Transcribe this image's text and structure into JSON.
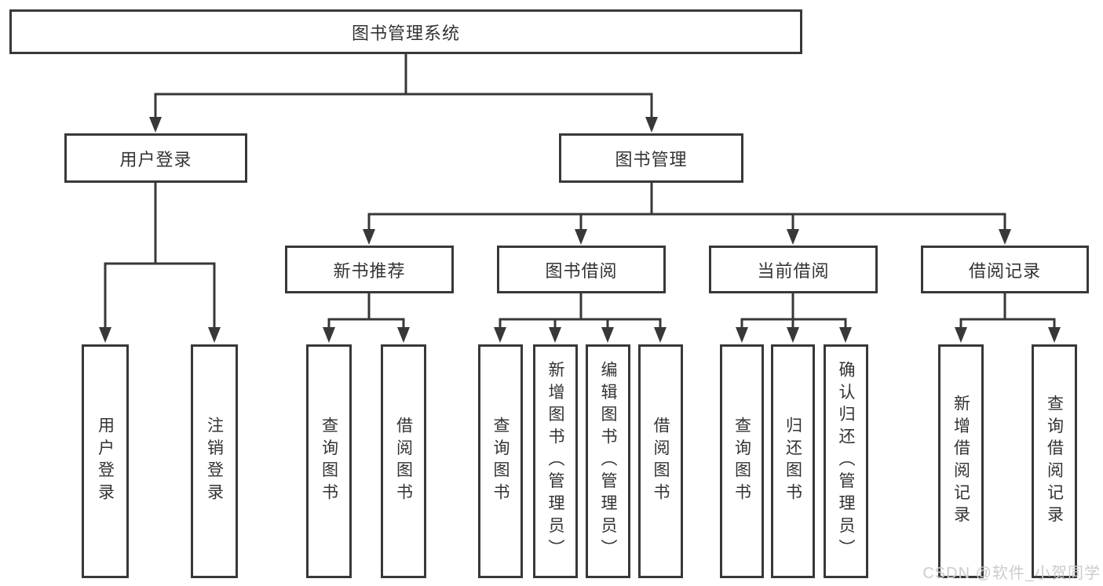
{
  "diagram": {
    "type": "hierarchy-tree",
    "tree": {
      "root": {
        "label": "图书管理系统"
      },
      "children": [
        {
          "label": "用户登录",
          "children": [
            {
              "label": "用户登录"
            },
            {
              "label": "注销登录"
            }
          ]
        },
        {
          "label": "图书管理",
          "children": [
            {
              "label": "新书推荐",
              "children": [
                {
                  "label": "查询图书"
                },
                {
                  "label": "借阅图书"
                }
              ]
            },
            {
              "label": "图书借阅",
              "children": [
                {
                  "label": "查询图书"
                },
                {
                  "label": "新增图书（管理员）"
                },
                {
                  "label": "编辑图书（管理员）"
                },
                {
                  "label": "借阅图书"
                }
              ]
            },
            {
              "label": "当前借阅",
              "children": [
                {
                  "label": "查询图书"
                },
                {
                  "label": "归还图书"
                },
                {
                  "label": "确认归还（管理员）"
                }
              ]
            },
            {
              "label": "借阅记录",
              "children": [
                {
                  "label": "新增借阅记录"
                },
                {
                  "label": "查询借阅记录"
                }
              ]
            }
          ]
        }
      ]
    },
    "colors": {
      "line": "#383838",
      "box_border": "#383838",
      "text": "#333333",
      "background": "#ffffff",
      "watermark": "#cccccc"
    }
  },
  "watermark": {
    "text": "CSDN @软件_小贺同学"
  }
}
